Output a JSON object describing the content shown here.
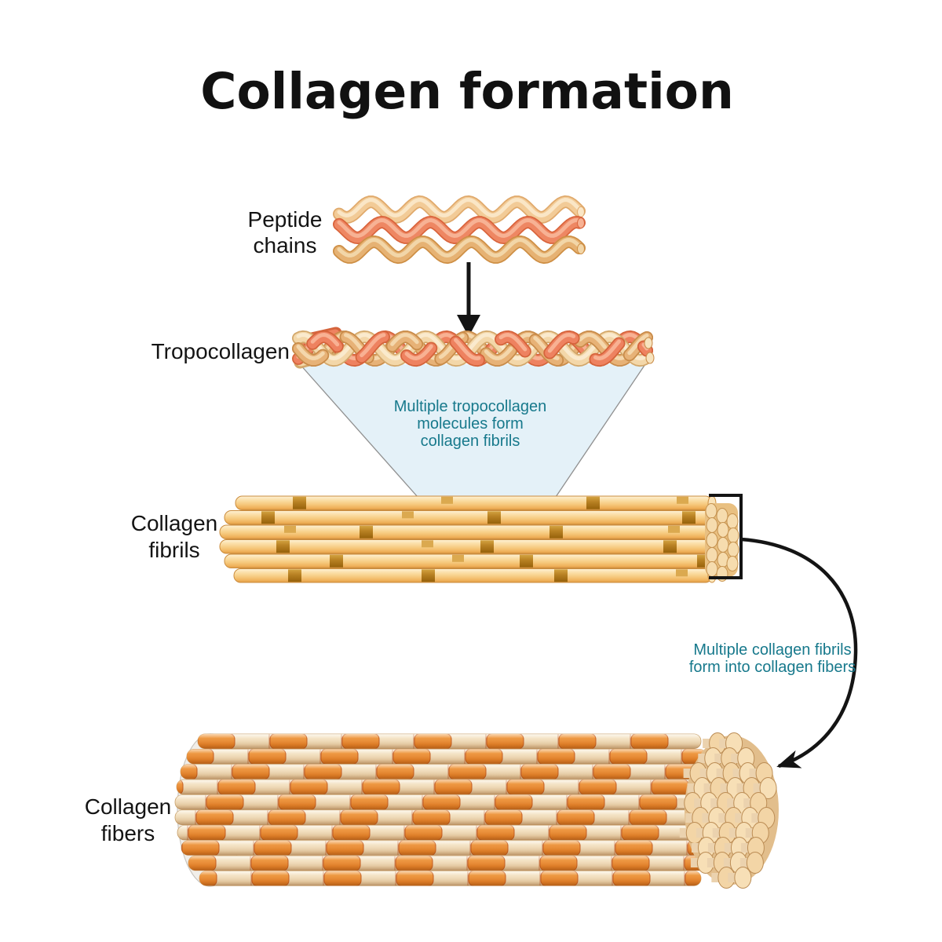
{
  "title": "Collagen formation",
  "labels": {
    "peptide_line1": "Peptide",
    "peptide_line2": "chains",
    "tropocollagen": "Tropocollagen",
    "fibrils_line1": "Collagen",
    "fibrils_line2": "fibrils",
    "fibers_line1": "Collagen",
    "fibers_line2": "fibers"
  },
  "annotations": {
    "funnel_line1": "Multiple tropocollagen",
    "funnel_line2": "molecules form",
    "funnel_line3": "collagen fibrils",
    "to_fibers_line1": "Multiple collagen fibrils",
    "to_fibers_line2": "form into collagen fibers"
  },
  "icons": {
    "down_arrow": "down-arrow-icon",
    "curved_arrow": "curved-arrow-icon",
    "bracket": "fibril-end-bracket"
  },
  "colors": {
    "annotation_teal": "#17798C",
    "label_black": "#141414",
    "funnel_fill": "#E4F1F8",
    "funnel_edge": "#909090",
    "chain_cream": "#F2CB97",
    "chain_salmon": "#EE8763",
    "chain_tan": "#E6B273",
    "fibril_rod_gold": "#F6C97D",
    "fibril_gap_brown": "#A06E12",
    "fiber_orange": "#E5832B",
    "fiber_cream": "#F3E1C2",
    "cross_section_face": "#F7DFB6",
    "arrow_black": "#141414"
  }
}
